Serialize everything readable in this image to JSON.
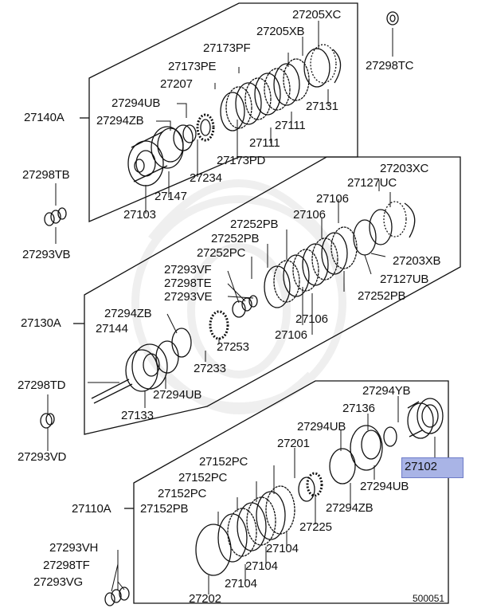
{
  "diagram_code": "500051",
  "highlighted_part": "27102",
  "sections": [
    {
      "name": "27140A"
    },
    {
      "name": "27130A"
    },
    {
      "name": "27110A"
    }
  ],
  "labels": {
    "l27205XC": "27205XC",
    "l27298TC": "27298TC",
    "l27205XB": "27205XB",
    "l27173PF": "27173PF",
    "l27173PE": "27173PE",
    "l27207": "27207",
    "l27294UB_a": "27294UB",
    "l27140A": "27140A",
    "l27294ZB_a": "27294ZB",
    "l27131": "27131",
    "l27111_a": "27111",
    "l27111_b": "27111",
    "l27173PD": "27173PD",
    "l27234": "27234",
    "l27147": "27147",
    "l27103": "27103",
    "l27298TB": "27298TB",
    "l27293VB": "27293VB",
    "l27203XC": "27203XC",
    "l27127UC": "27127UC",
    "l27106_a": "27106",
    "l27106_b": "27106",
    "l27252PB_a": "27252PB",
    "l27252PB_b": "27252PB",
    "l27252PC": "27252PC",
    "l27203XB": "27203XB",
    "l27293VF": "27293VF",
    "l27298TE": "27298TE",
    "l27293VE": "27293VE",
    "l27127UB": "27127UB",
    "l27252PB_c": "27252PB",
    "l27294ZB_b": "27294ZB",
    "l27130A": "27130A",
    "l27144": "27144",
    "l27106_c": "27106",
    "l27106_d": "27106",
    "l27253": "27253",
    "l27233": "27233",
    "l27298TD": "27298TD",
    "l27294UB_b": "27294UB",
    "l27133": "27133",
    "l27293VD": "27293VD",
    "l27294YB": "27294YB",
    "l27136": "27136",
    "l27294UB_c": "27294UB",
    "l27201": "27201",
    "l27152PC_a": "27152PC",
    "l27152PC_b": "27152PC",
    "l27152PC_c": "27152PC",
    "l27294UB_d": "27294UB",
    "l27110A": "27110A",
    "l27152PB": "27152PB",
    "l27294ZB_c": "27294ZB",
    "l27225": "27225",
    "l27104_a": "27104",
    "l27104_b": "27104",
    "l27104_c": "27104",
    "l27293VH": "27293VH",
    "l27298TF": "27298TF",
    "l27293VG": "27293VG",
    "l27202": "27202"
  }
}
